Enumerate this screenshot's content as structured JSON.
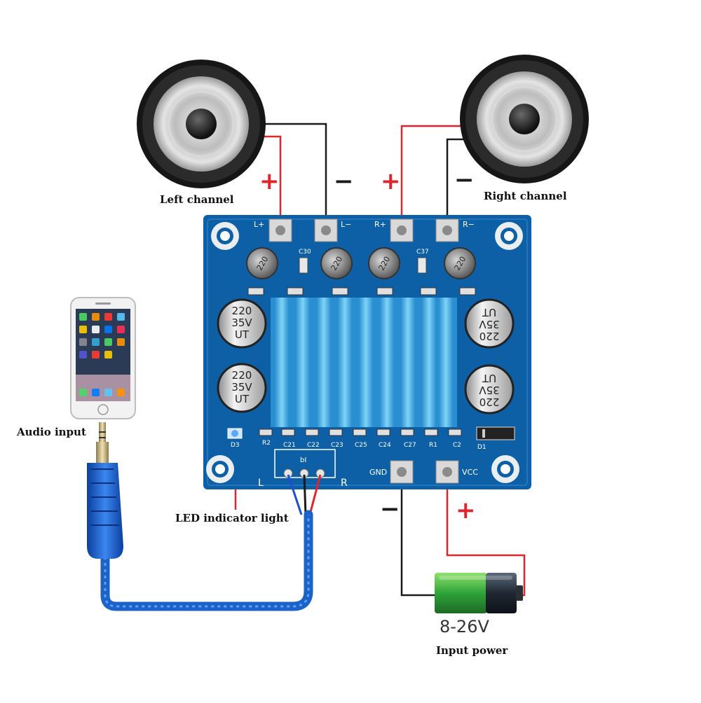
{
  "labels": {
    "left_channel": "Left channel",
    "right_channel": "Right channel",
    "audio_input": "Audio input",
    "led_indicator": "LED indicator light",
    "input_power": "Input power"
  },
  "signs": {
    "left_plus": "+",
    "left_minus": "−",
    "right_plus": "+",
    "right_minus": "−",
    "gnd_minus": "−",
    "vcc_plus": "+"
  },
  "terminals": {
    "l_plus": "L+",
    "l_minus": "L−",
    "r_plus": "R+",
    "r_minus": "R−",
    "gnd": "GND",
    "vcc": "VCC"
  },
  "board": {
    "cap_c30": "C30",
    "cap_c37": "C37",
    "inductor": "220",
    "cap_left_line1": "220",
    "cap_left_line2": "35V",
    "cap_left_line3": "UT",
    "bottom_labels": [
      "R2",
      "C21",
      "C22",
      "C23",
      "C25",
      "C24",
      "C27",
      "R1",
      "C2"
    ],
    "led_id": "D3",
    "diode_id": "D1",
    "input_l": "L",
    "input_r": "R",
    "input_conn": "bI"
  },
  "battery": {
    "voltage": "8-26V"
  },
  "colors": {
    "board_blue": "#0d5fa6",
    "wire_red": "#e0252b",
    "wire_black": "#1a1a1a",
    "heatsink": "#3fb3ea",
    "cable_blue": "#1b63c9",
    "battery_green": "#39b54a"
  }
}
